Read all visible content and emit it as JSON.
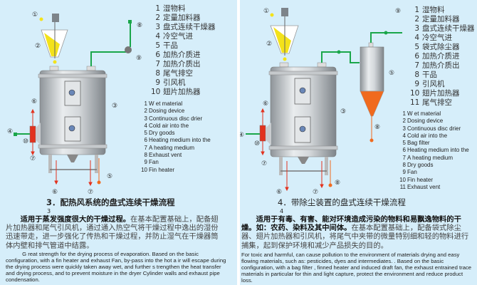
{
  "panel3": {
    "legend_cn": [
      "湿物料",
      "定量加料器",
      "盘式连续干燥器",
      "冷空气进",
      "干品",
      "加热介质进",
      "加热介质出",
      "尾气排空",
      "引风机",
      "翅片加热器"
    ],
    "legend_en": [
      "W et material",
      "Dosing device",
      "Continuous disc drier",
      "Cold air into the",
      "Dry goods",
      "Heating medium into the",
      "A heating medium",
      "Exhaust vent",
      "Fan",
      "Fin heater"
    ],
    "title": "3．配热风系统的盘式连续干燥流程",
    "sub": "3",
    "desc_cn_bold": "适用于蒸发强度很大的干燥过程。",
    "desc_cn": "在基本配置基础上，配备翅片加热器和尾气引风机，通过通入热空气将干燥过程中逸出的湿份迅速带走，进一步强化了传热和干燥过程，并防止湿气在干燥器筒体内壁和排气管道中结露。",
    "desc_en": "G reat strength for the drying process  of evaporation. Based  on the basic configuration, with a fin heater and exhaust Fan, by-pass into the hot a ir will escape during the drying process were quickly taken away wet, and further s trengthen the heat transfer and drying process, and to prevent moisture in the dryer Cylinder walls and exhaust pipe condensation."
  },
  "panel4": {
    "legend_cn": [
      "湿物料",
      "定量加料器",
      "盘式连续干燥器",
      "冷空气进",
      "袋式除尘器",
      "加热介质进",
      "加热介质出",
      "干品",
      "引风机",
      "翅片加热器",
      "尾气排空"
    ],
    "legend_en": [
      "W et material",
      "Dosing device",
      "Continuous disc drier",
      "Cold air into the",
      "Bag filter",
      "Heating medium into the",
      "A heating medium",
      "Dry goods",
      "Fan",
      "Fin heater",
      "Exhaust vent"
    ],
    "title": "4．带除尘装置的盘式连续干燥流程",
    "sub": "4",
    "desc_cn_bold": "适用于有毒、有害、能对环境造成污染的物料和易飘逸物料的干燥。如：农药、染料及其中间体。",
    "desc_cn": "在基本配置基础上，配备袋式除尘器、翅片加热器和引风机，将尾气中夹带的微量特别细和轻的物料进行捕集，起到保护环境和减少产品损失的目的。",
    "desc_en": "For toxic and harmful, can cause pollution to the environment of materials drying and easy flowing materials, such as: pesticides, dyes and intermediates. . Based on the basic configuration, with a bag filter  , finned heater and induced draft fan, the exhaust entrained trace materials in particular for thin and light capture, protect the environment and reduce product loss."
  },
  "colors": {
    "background": "#d6eefa",
    "pipe_green": "#1aa64a",
    "hot_red": "#e2321e",
    "material_yellow": "#f3e21a",
    "product_orange": "#f06a1e",
    "vessel": "#c9cccf"
  }
}
